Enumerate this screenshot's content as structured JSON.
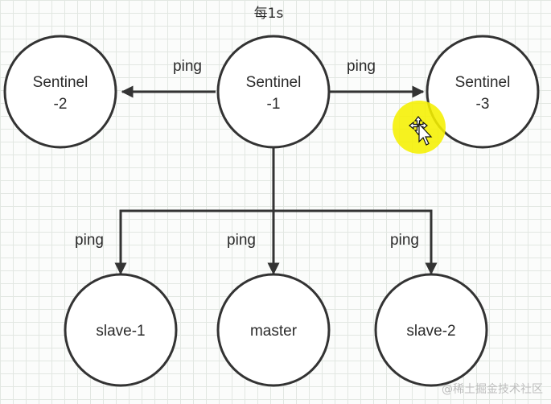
{
  "diagram": {
    "title": "每1s",
    "nodes": {
      "sentinel_2": [
        "Sentinel",
        "-2"
      ],
      "sentinel_1": [
        "Sentinel",
        "-1"
      ],
      "sentinel_3": [
        "Sentinel",
        "-3"
      ],
      "slave_1": [
        "slave-1"
      ],
      "master": [
        "master"
      ],
      "slave_2": [
        "slave-2"
      ]
    },
    "edge_labels": {
      "to_sentinel_2": "ping",
      "to_sentinel_3": "ping",
      "to_slave_1": "ping",
      "to_master": "ping",
      "to_slave_2": "ping"
    }
  },
  "cursor": {
    "icon": "move-cursor-icon",
    "highlight_color": "#f5f000"
  },
  "watermark": {
    "text": "@稀土掘金技术社区"
  }
}
